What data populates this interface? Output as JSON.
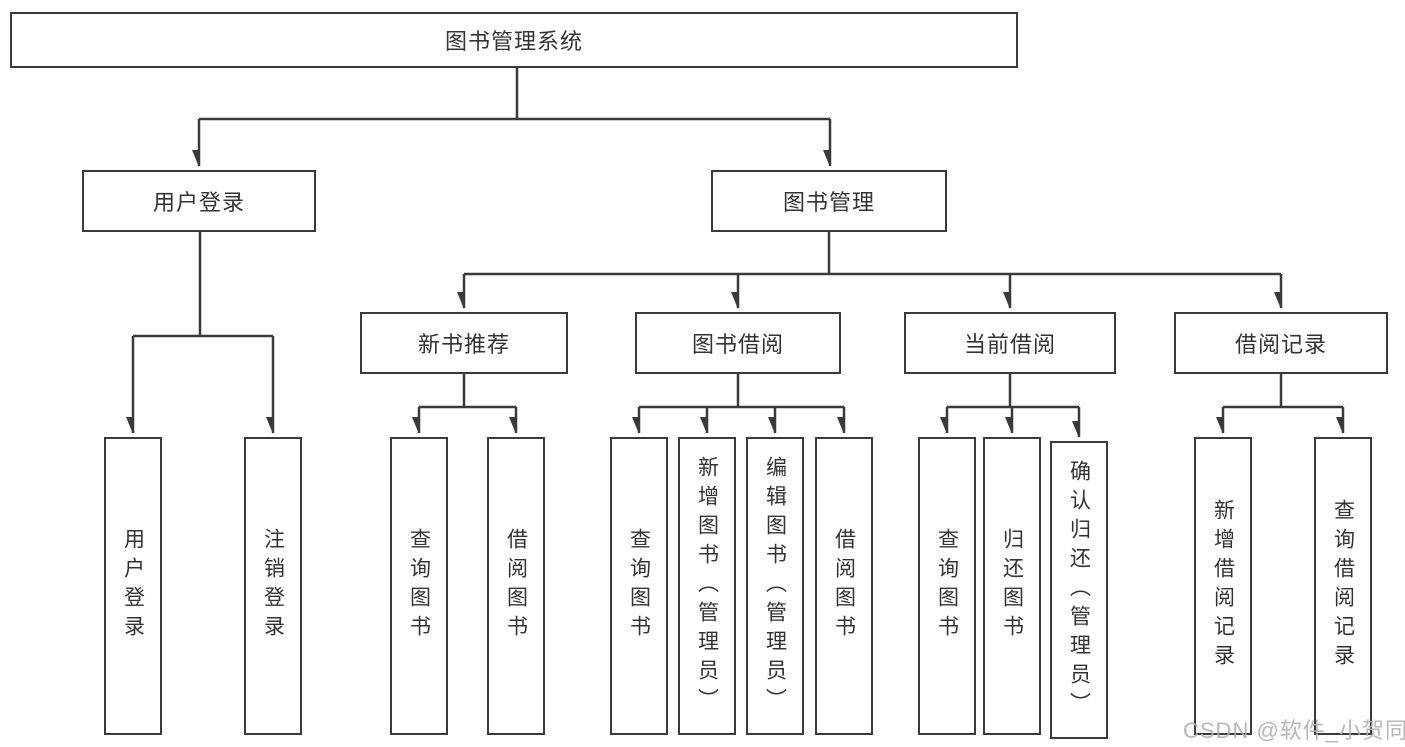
{
  "diagram": {
    "title": "图书管理系统",
    "root": {
      "label": "图书管理系统"
    },
    "branches": [
      {
        "label": "用户登录",
        "children": [
          {
            "label": "用户登录"
          },
          {
            "label": "注销登录"
          }
        ]
      },
      {
        "label": "图书管理",
        "children": [
          {
            "label": "新书推荐",
            "children": [
              {
                "label": "查询图书"
              },
              {
                "label": "借阅图书"
              }
            ]
          },
          {
            "label": "图书借阅",
            "children": [
              {
                "label": "查询图书"
              },
              {
                "label": "新增图书（管理员）"
              },
              {
                "label": "编辑图书（管理员）"
              },
              {
                "label": "借阅图书"
              }
            ]
          },
          {
            "label": "当前借阅",
            "children": [
              {
                "label": "查询图书"
              },
              {
                "label": "归还图书"
              },
              {
                "label": "确认归还（管理员）"
              }
            ]
          },
          {
            "label": "借阅记录",
            "children": [
              {
                "label": "新增借阅记录"
              },
              {
                "label": "查询借阅记录"
              }
            ]
          }
        ]
      }
    ]
  },
  "watermark": {
    "text": "CSDN @软件_小贺同学",
    "color": "#b0b0b0"
  },
  "colors": {
    "line": "#3a3a3a",
    "text": "#333333",
    "background": "#ffffff"
  }
}
